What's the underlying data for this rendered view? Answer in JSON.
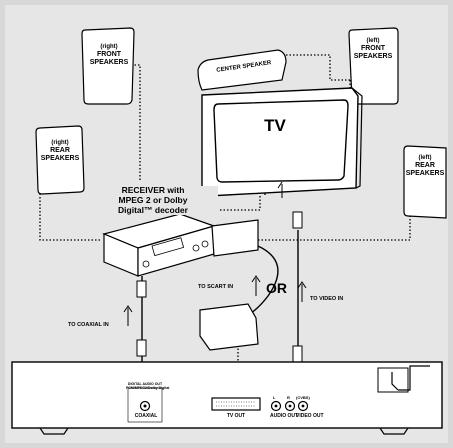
{
  "speakers": {
    "front_right": {
      "position": "(right)",
      "label": "FRONT\nSPEAKERS"
    },
    "front_left": {
      "position": "(left)",
      "label": "FRONT\nSPEAKERS"
    },
    "rear_right": {
      "position": "(right)",
      "label": "REAR\nSPEAKERS"
    },
    "rear_left": {
      "position": "(left)",
      "label": "REAR\nSPEAKERS"
    },
    "center": {
      "label": "CENTER SPEAKER"
    }
  },
  "tv": {
    "label": "TV"
  },
  "receiver": {
    "label": "RECEIVER with\nMPEG 2 or Dolby\nDigital™ decoder"
  },
  "connections": {
    "coaxial_in": "TO COAXIAL IN",
    "scart_in": "TO SCART IN",
    "or": "OR",
    "video_in": "TO VIDEO IN"
  },
  "player_panel": {
    "digital_out_top": "DIGITAL AUDIO OUT",
    "digital_out_sub": "PCM/MPEG2/Dolby Digital",
    "coaxial": "COAXIAL",
    "tv_out": "TV OUT",
    "audio_out_l": "L",
    "audio_out_r": "R",
    "audio_out": "AUDIO OUT",
    "cvbs": "(CVBS)",
    "video_out": "VIDEO OUT"
  },
  "colors": {
    "background": "#d8d8d8",
    "panel": "#e6e6e6",
    "line": "#000000",
    "speaker_fill": "#ffffff"
  }
}
